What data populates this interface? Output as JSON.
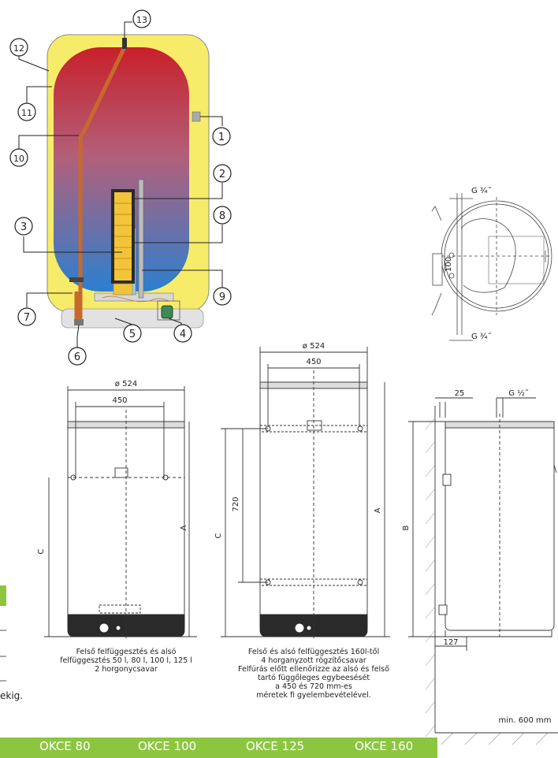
{
  "labels": [
    "1",
    "2",
    "3",
    "4",
    "5",
    "6",
    "7",
    "8",
    "9",
    "10",
    "11",
    "12",
    "13"
  ],
  "top_view": {
    "g34_top": "G ¾˝",
    "g34_bottom": "G ¾˝",
    "dim_100": "100"
  },
  "front1": {
    "dia": "ø 524",
    "w450": "450",
    "A": "A",
    "C": "C"
  },
  "front2": {
    "dia": "ø 524",
    "w450": "450",
    "A": "A",
    "C": "C",
    "h720": "720"
  },
  "side": {
    "w25": "25",
    "g12": "G ½˝",
    "B": "B",
    "w127": "127",
    "min600": "min. 600 mm"
  },
  "captions": {
    "left": [
      "Felső felfüggesztés és alsó",
      "felfüggesztés 50 l, 80 l, 100 l, 125 l",
      "2 horgonycsavar"
    ],
    "middle": [
      "Felső és alsó felfüggesztés 160l-től",
      "4 horganyzott rögzítőcsavar",
      "Felfúrás előtt ellenőrizze az alsó és felső",
      "tartó függőleges egybeesését",
      "a 450 és 720 mm-es",
      "méretek fi gyelembevételével."
    ]
  },
  "left_fragment": "ekig.",
  "models": [
    "OKCE 80",
    "OKCE 100",
    "OKCE 125",
    "OKCE 160"
  ],
  "colors": {
    "green": "#8cc63f",
    "yellow": "#f7ec6a",
    "tank_top": "#c8202a",
    "tank_bottom": "#2b7fd0",
    "pipe": "#c8692c"
  }
}
